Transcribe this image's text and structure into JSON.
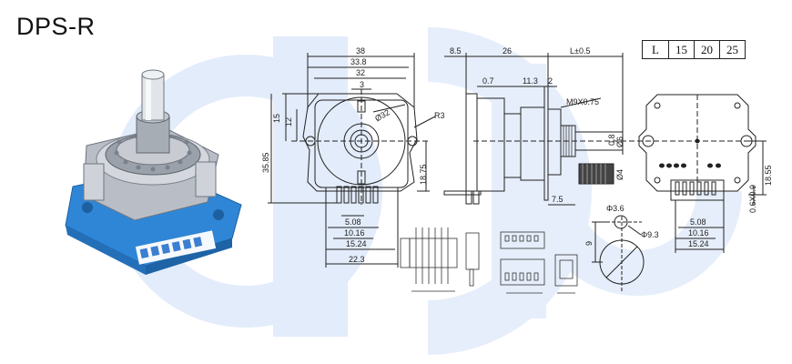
{
  "title": "DPS-R",
  "length_table": {
    "header": "L",
    "values": [
      "15",
      "20",
      "25"
    ]
  },
  "colors": {
    "watermark": "#e3ecfa",
    "base_blue": "#2f86d6",
    "line": "#222222"
  },
  "front_view": {
    "dims": {
      "width_38": "38",
      "width_33_8": "33.8",
      "width_32": "32",
      "width_3": "3",
      "height_15": "15",
      "height_12": "12",
      "dia_32": "Ø32",
      "radius": "R3",
      "height_35_85": "35.85",
      "height_18_75": "18.75",
      "pitch_5_08": "5.08",
      "span_10_16": "10.16",
      "span_15_24": "15.24",
      "width_22_3": "22.3"
    }
  },
  "side_view": {
    "dims": {
      "d_8_5": "8.5",
      "d_26": "26",
      "d_L": "L±0.5",
      "d_0_7": "0.7",
      "d_11_3": "11.3",
      "d_2": "2",
      "thread": "M9X0.75",
      "d_0_8": "0.8",
      "dia_6": "Ø6",
      "dia_4": "Ø4",
      "d_7_5": "7.5"
    }
  },
  "rear_view": {
    "dims": {
      "h_18_55": "18.55",
      "h_0_6": "0.6X0.9",
      "pitch_5_08": "5.08",
      "span_10_16": "10.16",
      "span_15_24": "15.24"
    }
  },
  "panel_cutout": {
    "hole_small": "Φ3.6",
    "hole_large": "Φ9.3",
    "dist_9": "9"
  }
}
